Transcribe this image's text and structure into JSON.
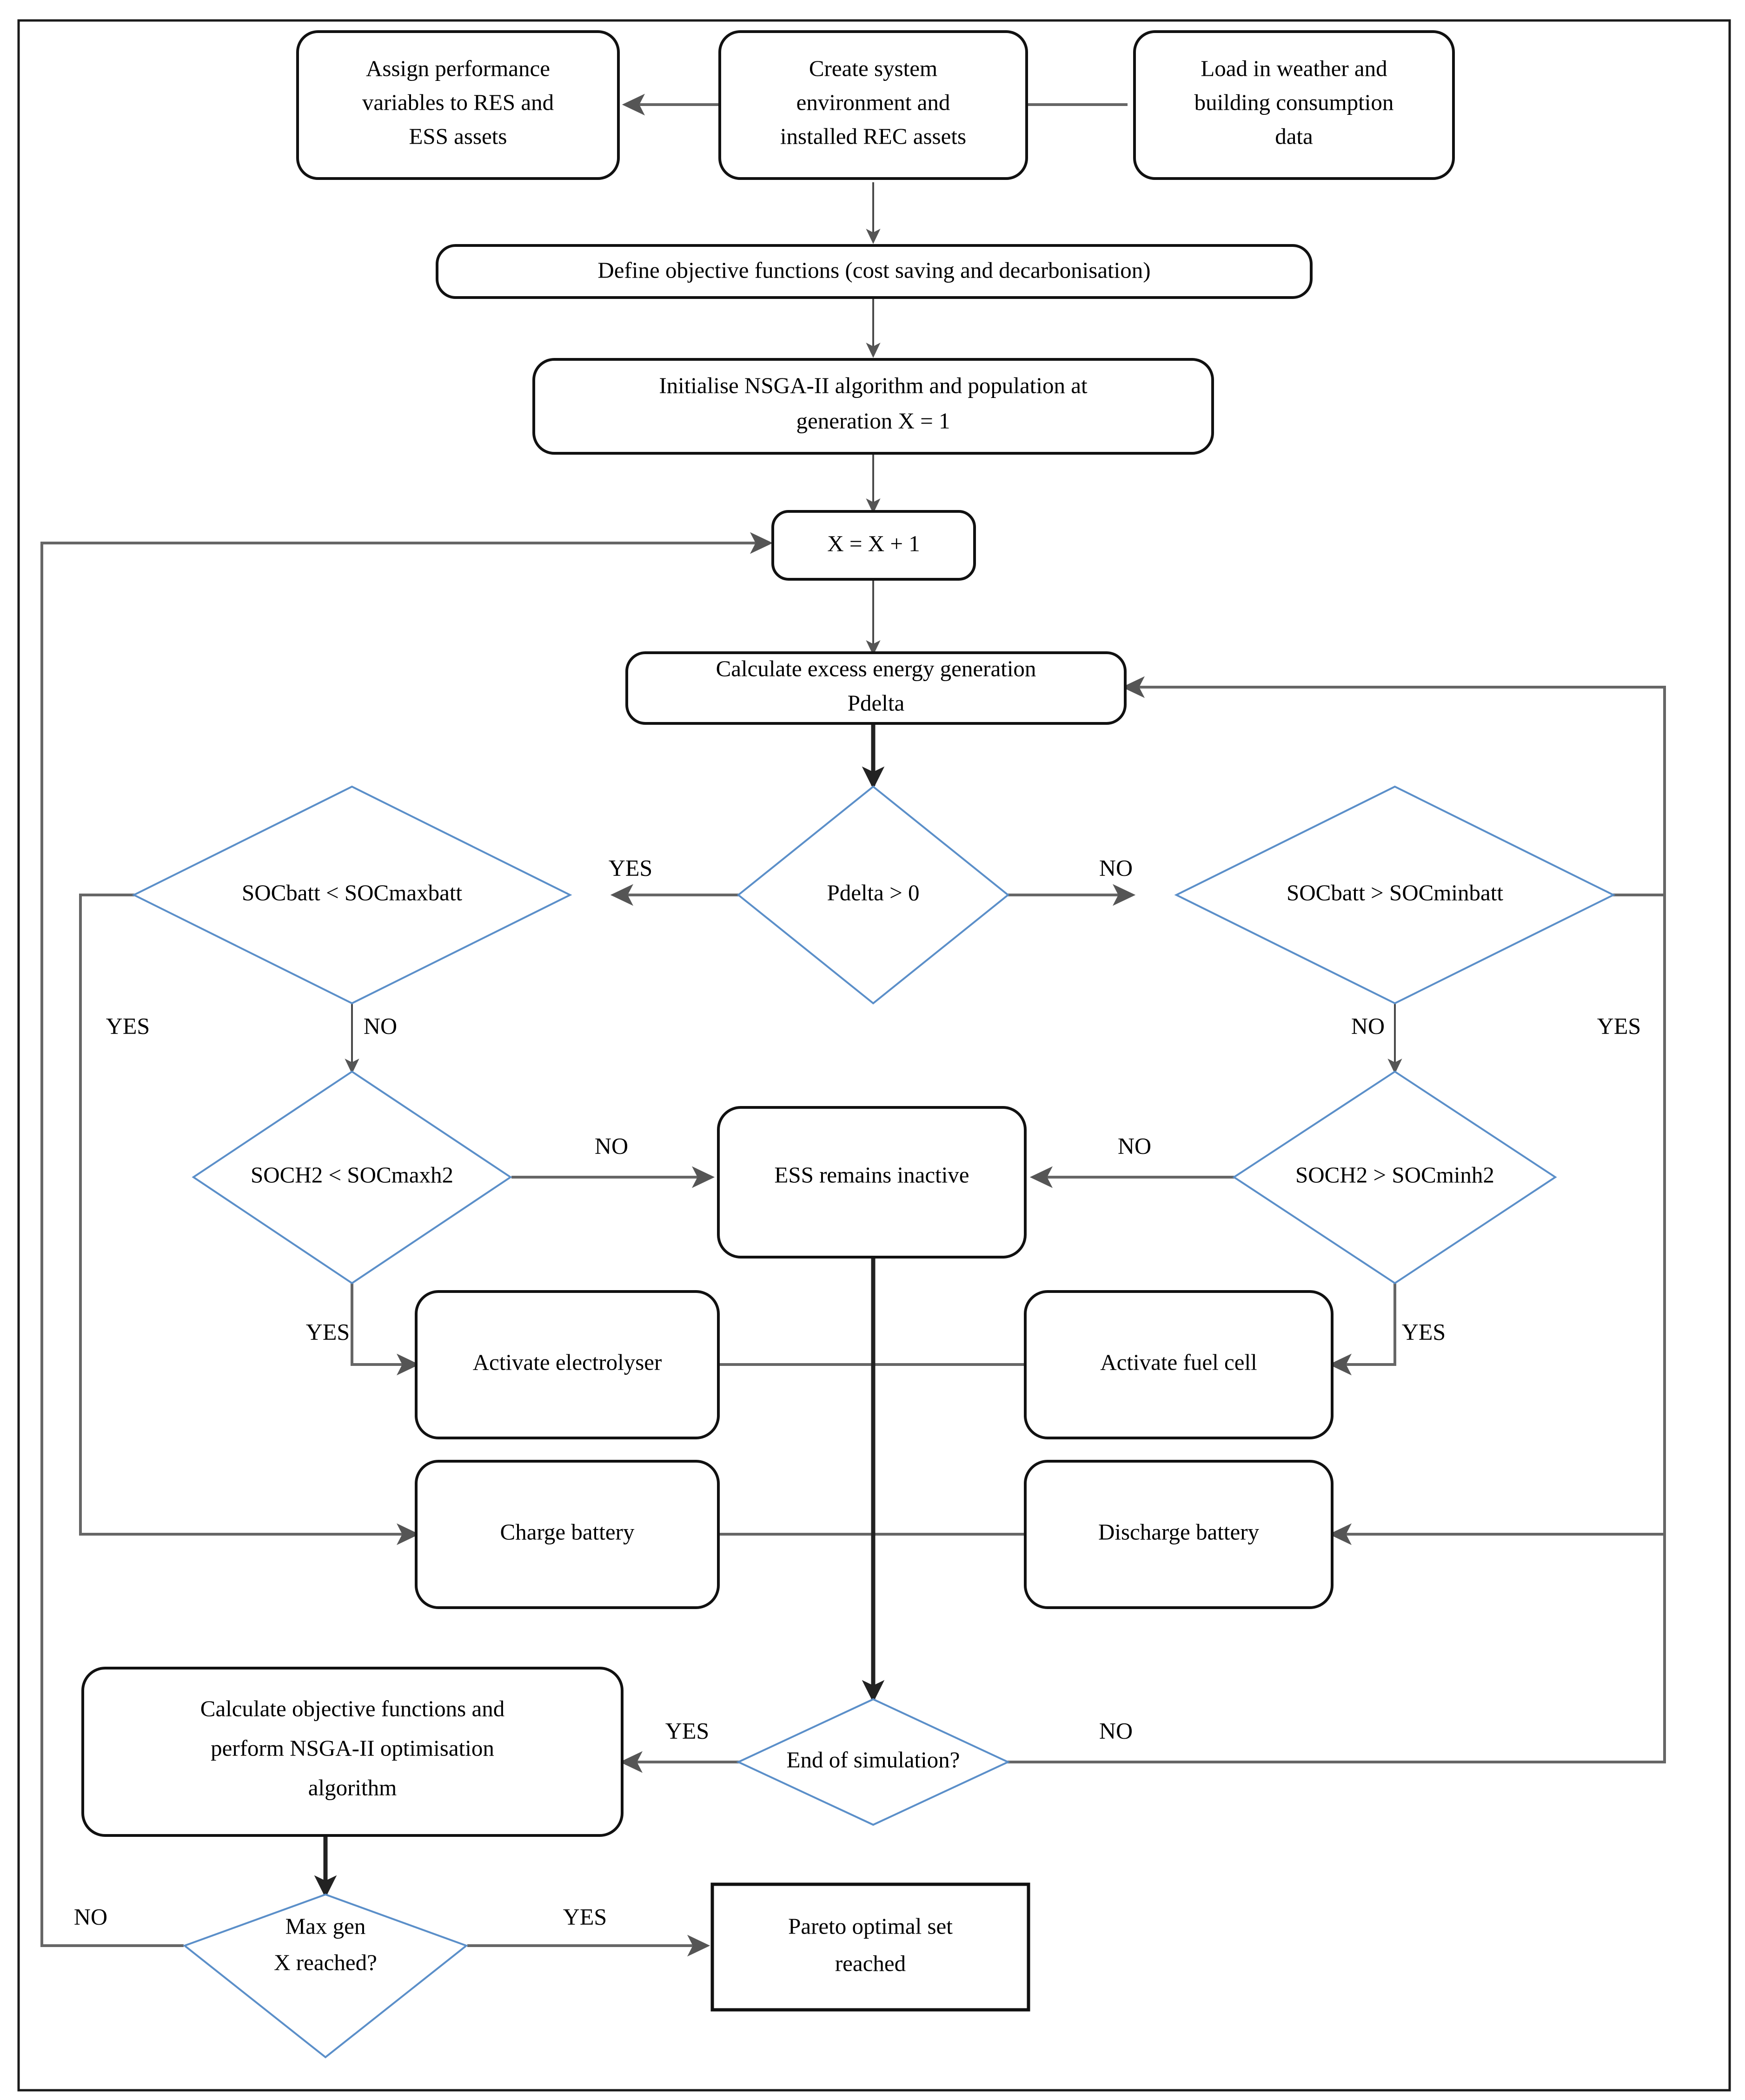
{
  "diagram": {
    "title": "REC energy system NSGA-II optimisation flowchart",
    "colors": {
      "process_border": "#111111",
      "decision_border": "#5b8fc9",
      "connector": "#666666",
      "page_border": "#1a1a1a",
      "background": "#ffffff"
    },
    "nodes": {
      "assign_performance": {
        "line1": "Assign performance",
        "line2": "variables to RES and",
        "line3": "ESS assets"
      },
      "create_system": {
        "line1": "Create system",
        "line2": "environment and",
        "line3": "installed REC assets"
      },
      "load_weather": {
        "line1": "Load in weather and",
        "line2": "building consumption",
        "line3": "data"
      },
      "define_objectives": {
        "line1": "Define objective functions (cost saving and decarbonisation)"
      },
      "initialise_nsga": {
        "line1": "Initialise NSGA-II algorithm and population at",
        "line2": "generation X = 1"
      },
      "increment_x": {
        "line1": "X = X + 1"
      },
      "calc_excess": {
        "line1": "Calculate excess energy generation",
        "line2": "Pdelta"
      },
      "pdelta_gt0": {
        "line1": "Pdelta > 0"
      },
      "socbatt_lt_max": {
        "line1": "SOCbatt < SOCmaxbatt"
      },
      "socbatt_gt_min": {
        "line1": "SOCbatt > SOCminbatt"
      },
      "soch2_lt_max": {
        "line1": "SOCH2 < SOCmaxh2"
      },
      "soch2_gt_min": {
        "line1": "SOCH2 > SOCminh2"
      },
      "ess_inactive": {
        "line1": "ESS remains inactive"
      },
      "activate_electrolyser": {
        "line1": "Activate electrolyser"
      },
      "activate_fuelcell": {
        "line1": "Activate fuel cell"
      },
      "charge_battery": {
        "line1": "Charge battery"
      },
      "discharge_battery": {
        "line1": "Discharge battery"
      },
      "end_of_simulation": {
        "line1": "End of simulation?"
      },
      "calc_objectives": {
        "line1": "Calculate objective functions and",
        "line2": "perform NSGA-II optimisation",
        "line3": "algorithm"
      },
      "max_gen": {
        "line1": "Max gen",
        "line2": "X reached?"
      },
      "pareto_set": {
        "line1": "Pareto optimal set",
        "line2": "reached"
      }
    },
    "edge_labels": {
      "pdelta_yes": "YES",
      "pdelta_no": "NO",
      "socbatt_max_yes": "YES",
      "socbatt_max_no": "NO",
      "socbatt_min_yes": "YES",
      "socbatt_min_no": "NO",
      "soch2_max_no": "NO",
      "soch2_max_yes": "YES",
      "soch2_min_no": "NO",
      "soch2_min_yes": "YES",
      "endsim_yes": "YES",
      "endsim_no": "NO",
      "maxgen_no": "NO",
      "maxgen_yes": "YES"
    }
  }
}
